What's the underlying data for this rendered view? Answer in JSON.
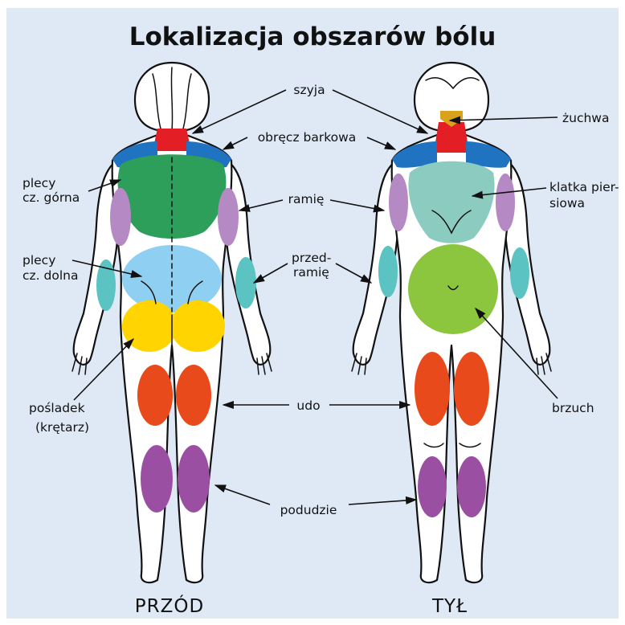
{
  "title": "Lokalizacja obszarów bólu",
  "views": {
    "front": "PRZÓD",
    "back": "TYŁ"
  },
  "labels": {
    "neck": "szyja",
    "jaw": "żuchwa",
    "shoulder_girdle": "obręcz barkowa",
    "upper_back_1": "plecy",
    "upper_back_2": "cz. górna",
    "arm": "ramię",
    "chest_1": "klatka pier-",
    "chest_2": "siowa",
    "lower_back_1": "plecy",
    "lower_back_2": "cz. dolna",
    "forearm_1": "przed-",
    "forearm_2": "ramię",
    "buttock_1": "pośladek",
    "buttock_2": "(krętarz)",
    "thigh": "udo",
    "abdomen": "brzuch",
    "shin": "podudzie"
  },
  "colors": {
    "background": "#dfe9f5",
    "neck": "#e31e24",
    "jaw": "#d9a21b",
    "shoulder": "#1f73c1",
    "upper_back": "#2e9e5b",
    "arm": "#b589c4",
    "chest": "#8cccc0",
    "lower_back": "#8fd0f2",
    "forearm": "#5bc3c2",
    "buttock": "#ffd400",
    "abdomen": "#8cc63f",
    "thigh": "#e84a1b",
    "shin": "#9b4fa2"
  }
}
